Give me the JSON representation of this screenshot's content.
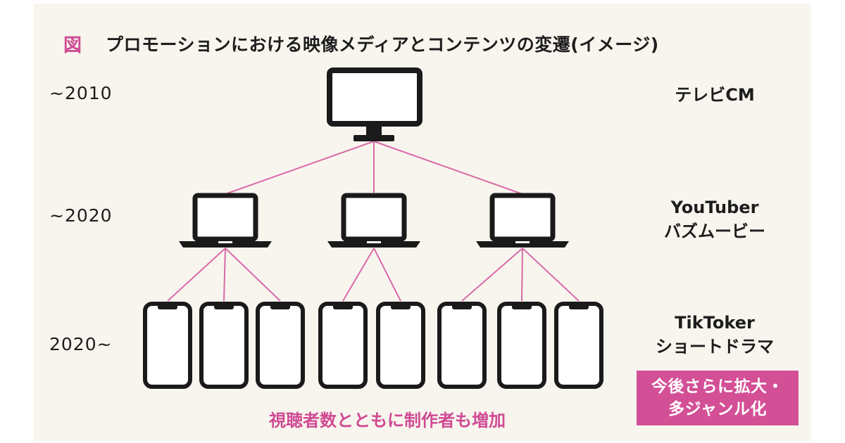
{
  "figure": {
    "label": "図",
    "title": "プロモーションにおける映像メディアとコンテンツの変遷(イメージ)"
  },
  "tiers": [
    {
      "era": "~2010",
      "media_lines": [
        "テレビCM"
      ],
      "device": "tv-icon",
      "count": 1
    },
    {
      "era": "~2020",
      "media_lines": [
        "YouTuber",
        "バズムービー"
      ],
      "device": "laptop-icon",
      "count": 3
    },
    {
      "era": "2020~",
      "media_lines": [
        "TikToker",
        "ショートドラマ"
      ],
      "device": "smartphone-icon",
      "count": 8
    }
  ],
  "caption": "視聴者数とともに制作者も増加",
  "badge_lines": [
    "今後さらに拡大・",
    "多ジャンル化"
  ],
  "colors": {
    "accent": "#d34f96",
    "accent_text": "#cf4a93",
    "connector": "#d96aa8",
    "device": "#1a1a1a",
    "background": "#f8f5ee"
  }
}
